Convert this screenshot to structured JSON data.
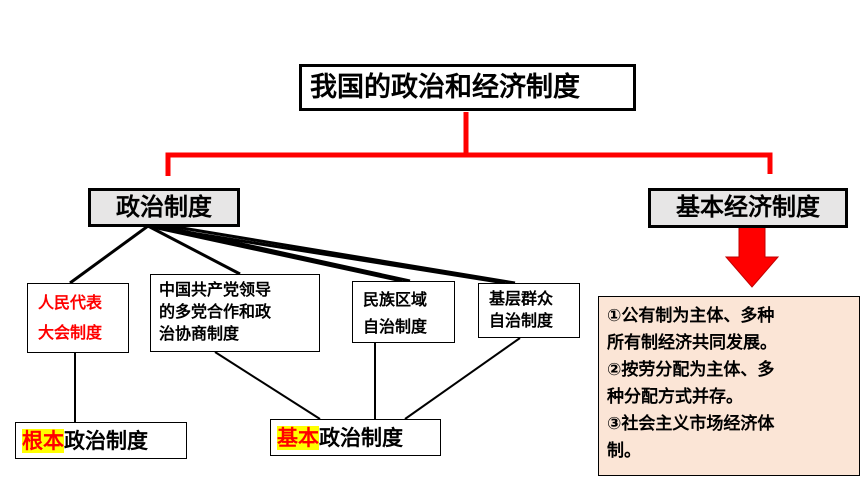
{
  "title": "我国的政治和经济制度",
  "political": {
    "label": "政治制度",
    "systems": [
      {
        "lines": [
          "人民代表",
          "大会制度"
        ]
      },
      {
        "lines": [
          "中国共产党领导",
          "的多党合作和政",
          "治协商制度"
        ]
      },
      {
        "lines": [
          "民族区域",
          "自治制度"
        ]
      },
      {
        "lines": [
          "基层群众",
          "自治制度"
        ]
      }
    ],
    "root": {
      "highlight": "根本",
      "rest": "政治制度"
    },
    "basic": {
      "highlight": "基本",
      "rest": "政治制度"
    }
  },
  "economic": {
    "label": "基本经济制度",
    "points": [
      "①公有制为主体、多种",
      "所有制经济共同发展。",
      "②按劳分配为主体、多",
      "种分配方式并存。",
      "③社会主义市场经济体",
      "制。"
    ]
  },
  "colors": {
    "brace": "#ff0000",
    "arrow": "#ff0000",
    "gray_box": "#e7e6e6",
    "highlight": "#ffff00",
    "econ_panel": "#fbe5d6"
  }
}
